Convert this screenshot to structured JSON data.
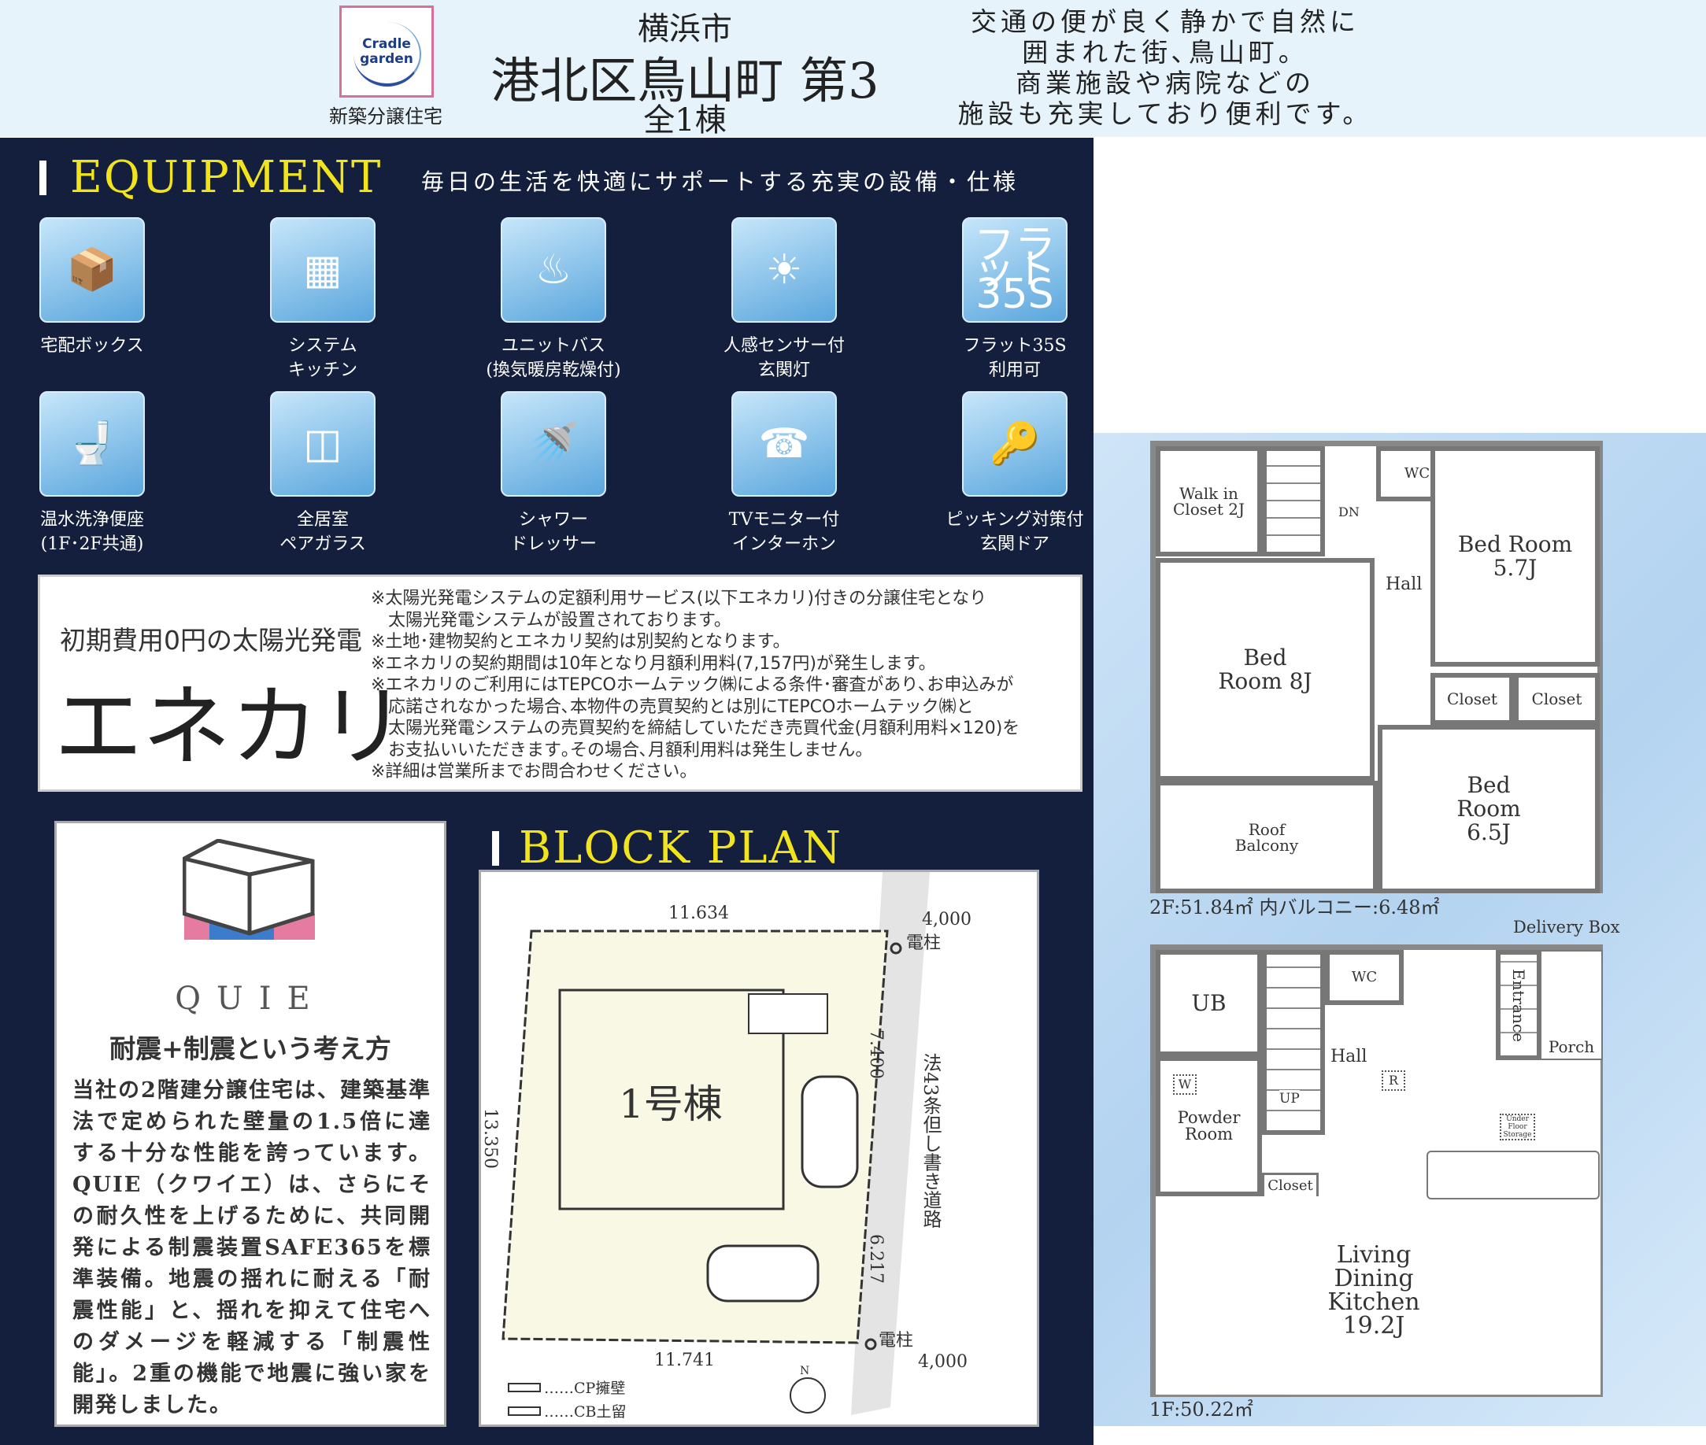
{
  "header": {
    "logo_text": [
      "Cradle",
      "garden"
    ],
    "logo_caption": "新築分譲住宅",
    "city": "横浜市",
    "title": "港北区鳥山町 第3",
    "units": "全1棟",
    "tagline": [
      "交通の便が良く静かで自然に",
      "囲まれた街､鳥山町。",
      "商業施設や病院などの",
      "施設も充実しており便利です。"
    ]
  },
  "equipment": {
    "title": "EQUIPMENT",
    "subtitle": "毎日の生活を快適にサポートする充実の設備・仕様",
    "items": [
      {
        "icon": "delivery-box-icon",
        "glyph": "📦",
        "line1": "宅配ボックス",
        "line2": ""
      },
      {
        "icon": "system-kitchen-icon",
        "glyph": "▦",
        "line1": "システム",
        "line2": "キッチン"
      },
      {
        "icon": "unit-bath-icon",
        "glyph": "♨",
        "line1": "ユニットバス",
        "line2": "(換気暖房乾燥付)"
      },
      {
        "icon": "motion-sensor-light-icon",
        "glyph": "☀",
        "line1": "人感センサー付",
        "line2": "玄関灯"
      },
      {
        "icon": "flat35s-icon",
        "glyph": "フラット 35S",
        "line1": "フラット35S",
        "line2": "利用可"
      },
      {
        "icon": "toilet-icon",
        "glyph": "🚽",
        "line1": "温水洗浄便座",
        "line2": "(1F･2F共通)"
      },
      {
        "icon": "pair-glass-icon",
        "glyph": "◫",
        "line1": "全居室",
        "line2": "ペアガラス"
      },
      {
        "icon": "shower-icon",
        "glyph": "🚿",
        "line1": "シャワー",
        "line2": "ドレッサー"
      },
      {
        "icon": "intercom-icon",
        "glyph": "☎",
        "line1": "TVモニター付",
        "line2": "インターホン"
      },
      {
        "icon": "key-icon",
        "glyph": "🔑",
        "line1": "ピッキング対策付",
        "line2": "玄関ドア"
      }
    ]
  },
  "enekari": {
    "subtitle": "初期費用0円の太陽光発電",
    "title": "エネカリ",
    "notes": [
      "※太陽光発電システムの定額利用サービス(以下エネカリ)付きの分譲住宅となり",
      "　太陽光発電システムが設置されております。",
      "※土地･建物契約とエネカリ契約は別契約となります。",
      "※エネカリの契約期間は10年となり月額利用料(7,157円)が発生します。",
      "※エネカリのご利用にはTEPCOホームテック㈱による条件･審査があり､お申込みが",
      "　応諾されなかった場合､本物件の売買契約とは別にTEPCOホームテック㈱と",
      "　太陽光発電システムの売買契約を締結していただき売買代金(月額利用料×120)を",
      "　お支払いいただきます｡その場合､月額利用料は発生しません。",
      "※詳細は営業所までお問合わせください。"
    ]
  },
  "quie": {
    "logo": "QUIE",
    "heading": "耐震+制震という考え方",
    "body": "当社の2階建分譲住宅は、建築基準法で定められた壁量の1.5倍に達する十分な性能を誇っています。QUIE（クワイエ）は、さらにその耐久性を上げるために、共同開発による制震装置SAFE365を標準装備。地震の揺れに耐える「耐震性能」と、揺れを抑えて住宅へのダメージを軽減する「制震性能」。2重の機能で地震に強い家を開発しました。"
  },
  "block_plan": {
    "title": "BLOCK PLAN",
    "top_width": "11.634",
    "road_width_top": "4,000",
    "pole_top": "電柱",
    "right_len1": "7.400",
    "road_label": "法43条但し書き道路",
    "left_len": "13.350",
    "building": "1号棟",
    "right_len2": "6.217",
    "pole_bottom": "電柱",
    "bottom_width": "11.741",
    "road_width_bottom": "4,000",
    "legend_cp": "……CP擁壁",
    "legend_cb": "……CB土留",
    "north": "N"
  },
  "floor2": {
    "rooms": {
      "wic": "Walk in Closet 2J",
      "dn": "DN",
      "wc": "WC",
      "hall": "Hall",
      "bed57": "Bed Room 5.7J",
      "bed8": "Bed Room 8J",
      "closet1": "Closet",
      "closet2": "Closet",
      "bed65": "Bed Room 6.5J",
      "balcony": "Roof Balcony"
    },
    "area": "2F:51.84㎡ 内バルコニー:6.48㎡"
  },
  "floor1": {
    "rooms": {
      "ub": "UB",
      "wc": "WC",
      "entrance": "Entrance",
      "porch": "Porch",
      "delivery": "Delivery Box",
      "hall": "Hall",
      "up": "UP",
      "w": "W",
      "r": "R",
      "powder": "Powder Room",
      "closet": "Closet",
      "storage": "Under Floor Storage",
      "ldk": "Living Dining Kitchen 19.2J"
    },
    "area": "1F:50.22㎡"
  }
}
